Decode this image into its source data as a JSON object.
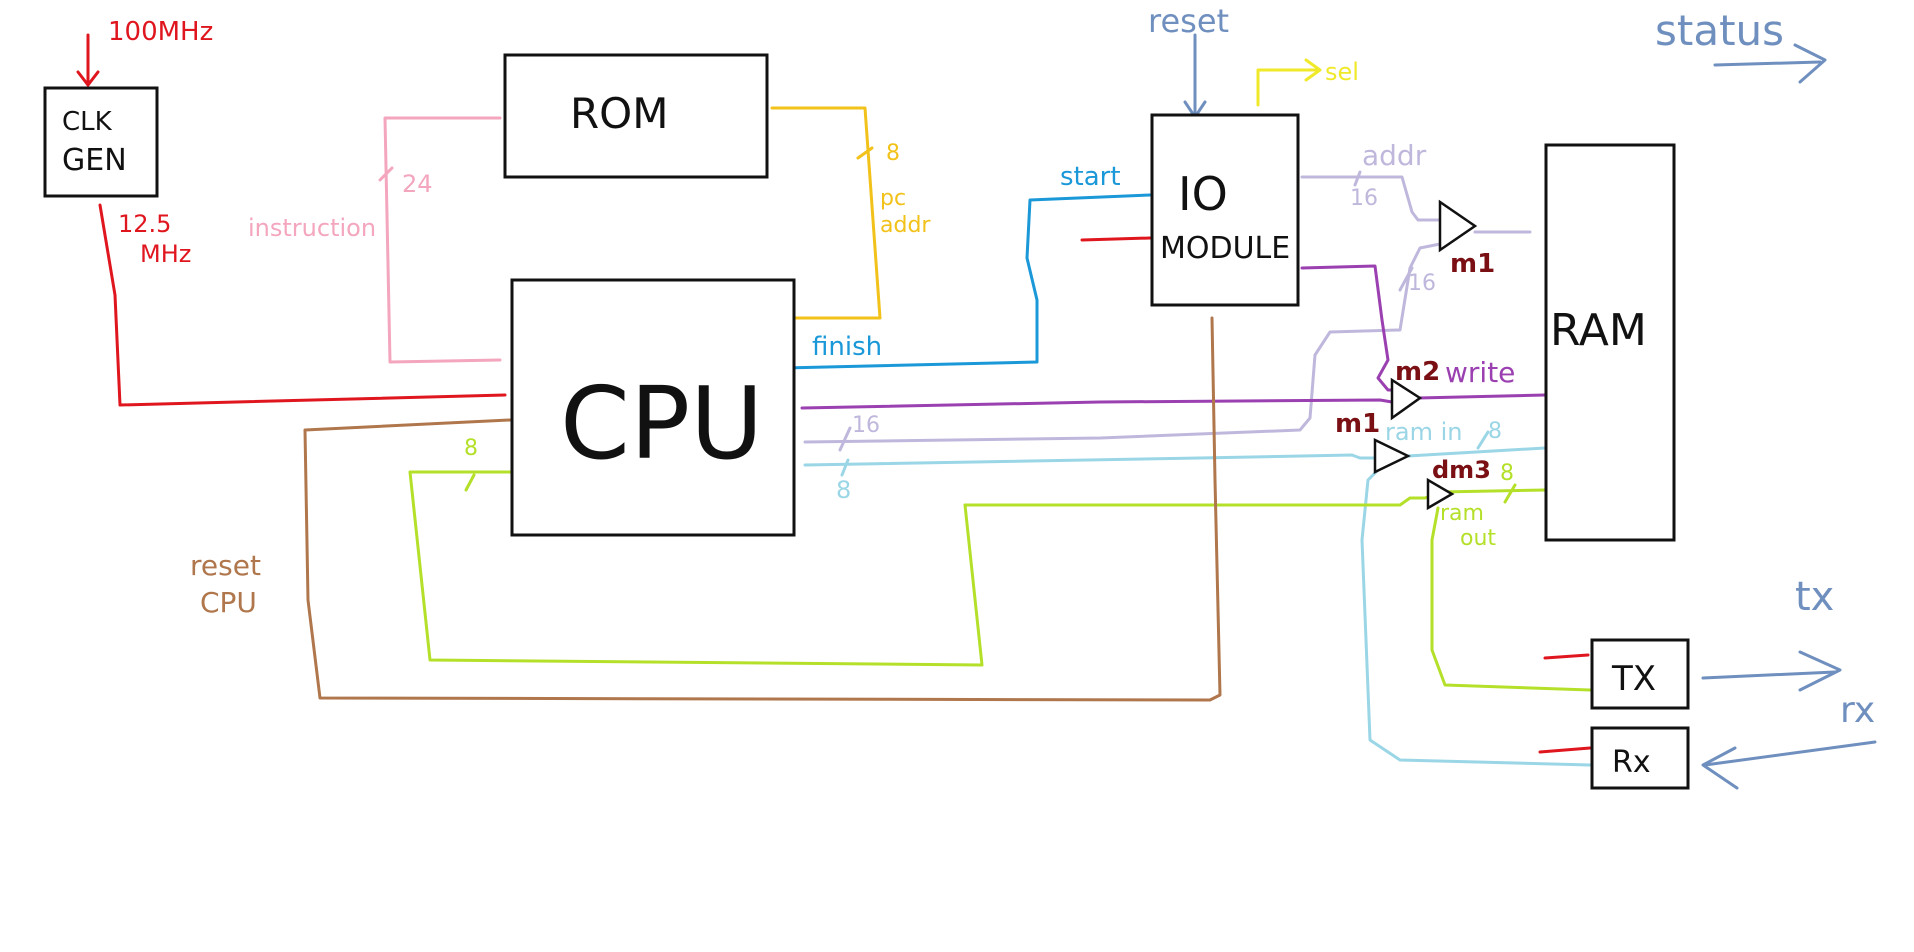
{
  "colors": {
    "clock": "#e0161f",
    "instruction": "#f3a6bd",
    "pc_addr": "#f2c21a",
    "start_finish": "#1a98d8",
    "reset": "#6f8fbf",
    "sel": "#f0e92a",
    "addr": "#c0b8dc",
    "write": "#9b40b0",
    "ram_in": "#9ad6e6",
    "ram_out": "#b4e02a",
    "reset_cpu": "#b0764c",
    "mux_label": "#7a0f14",
    "io_ctrl": "#e0161f"
  },
  "blocks": {
    "clk_gen": "CLK GEN",
    "rom": "ROM",
    "cpu": "CPU",
    "io_module": "IO MODULE",
    "ram": "RAM",
    "tx": "TX",
    "rx": "Rx"
  },
  "labels": {
    "clk_in": "100MHz",
    "clk_out": "12.5 MHz",
    "instruction": "instruction",
    "instr_width": "24",
    "pc_width": "8",
    "pc_addr": "pc addr",
    "start": "start",
    "finish": "finish",
    "reset": "reset",
    "sel": "sel",
    "status": "status",
    "addr": "addr",
    "addr_width": "16",
    "addr_width2": "16",
    "m1": "m1",
    "m2": "m2",
    "m1b": "m1",
    "dm3": "dm3",
    "write": "write",
    "ram_in": "ram in",
    "ram_in_width": "8",
    "ram_out": "ram out",
    "ram_out_width": "8",
    "cpu_addr_width": "16",
    "cpu_data_width": "8",
    "cpu_out_width": "8",
    "reset_cpu": "reset CPU",
    "tx_line": "tx",
    "rx_line": "rx"
  }
}
